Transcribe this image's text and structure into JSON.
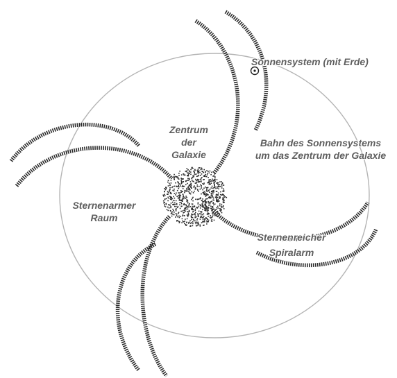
{
  "labels": {
    "solar_system": "Sonnensystem (mit Erde)",
    "center_line1": "Zentrum",
    "center_line2": "der",
    "center_line3": "Galaxie",
    "orbit_line1": "Bahn des Sonnensystems",
    "orbit_line2": "um das Zentrum der Galaxie",
    "sparse_line1": "Sternenarmer",
    "sparse_line2": "Raum",
    "arm_line1": "Sternenreicher",
    "arm_line2": "Spiralarm"
  },
  "colors": {
    "orbit": "#b4b4b4",
    "arm": "#2a2a2a",
    "text": "#5e5e5e"
  }
}
